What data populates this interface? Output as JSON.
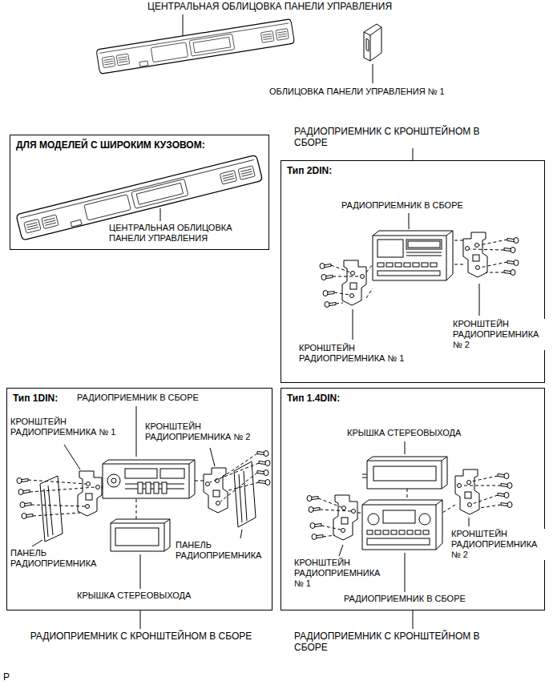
{
  "diagram": {
    "nodes": [
      {
        "text": [
          "ДЛЯ МОДЕЛЕЙ С ШИРОКИМ КУЗОВОМ:"
        ]
      },
      {
        "text": [
          "РАДИОПРИЕМНИК С КРОНШТЕЙНОМ В СБОРЕ",
          "Тип 2DIN:"
        ]
      },
      {
        "text": [
          "Тип 1DIN:",
          "РАДИОПРИЕМНИК С КРОНШТЕЙНОМ В СБОРЕ"
        ]
      },
      {
        "text": [
          "Тип 1.4DIN:",
          "РАДИОПРИЕМНИК С КРОНШТЕЙНОМ В СБОРЕ"
        ]
      }
    ],
    "labels": [
      "ЦЕНТРАЛЬНАЯ ОБЛИЦОВКА ПАНЕЛИ УПРАВЛЕНИЯ",
      "ОБЛИЦОВКА ПАНЕЛИ УПРАВЛЕНИЯ № 1",
      "ЦЕНТРАЛЬНАЯ ОБЛИЦОВКА ПАНЕЛИ УПРАВЛЕНИЯ",
      "РАДИОПРИЕМНИК В СБОРЕ",
      "КРОНШТЕЙН РАДИОПРИЕМНИКА № 2",
      "КРОНШТЕЙН РАДИОПРИЕМНИКА № 1",
      "РАДИОПРИЕМНИК В СБОРЕ",
      "КРОНШТЕЙН РАДИОПРИЕМНИКА № 1",
      "КРОНШТЕЙН РАДИОПРИЕМНИКА № 2",
      "ПАНЕЛЬ РАДИОПРИЕМНИКА",
      "ПАНЕЛЬ РАДИОПРИЕМНИКА",
      "КРЫШКА СТЕРЕОВЫХОДА",
      "КРЫШКА СТЕРЕОВЫХОДА",
      "КРОНШТЕЙН РАДИОПРИЕМНИКА № 2",
      "КРОНШТЕЙН РАДИОПРИЕМНИКА № 1",
      "РАДИОПРИЕМНИК В СБОРЕ",
      "P"
    ]
  }
}
